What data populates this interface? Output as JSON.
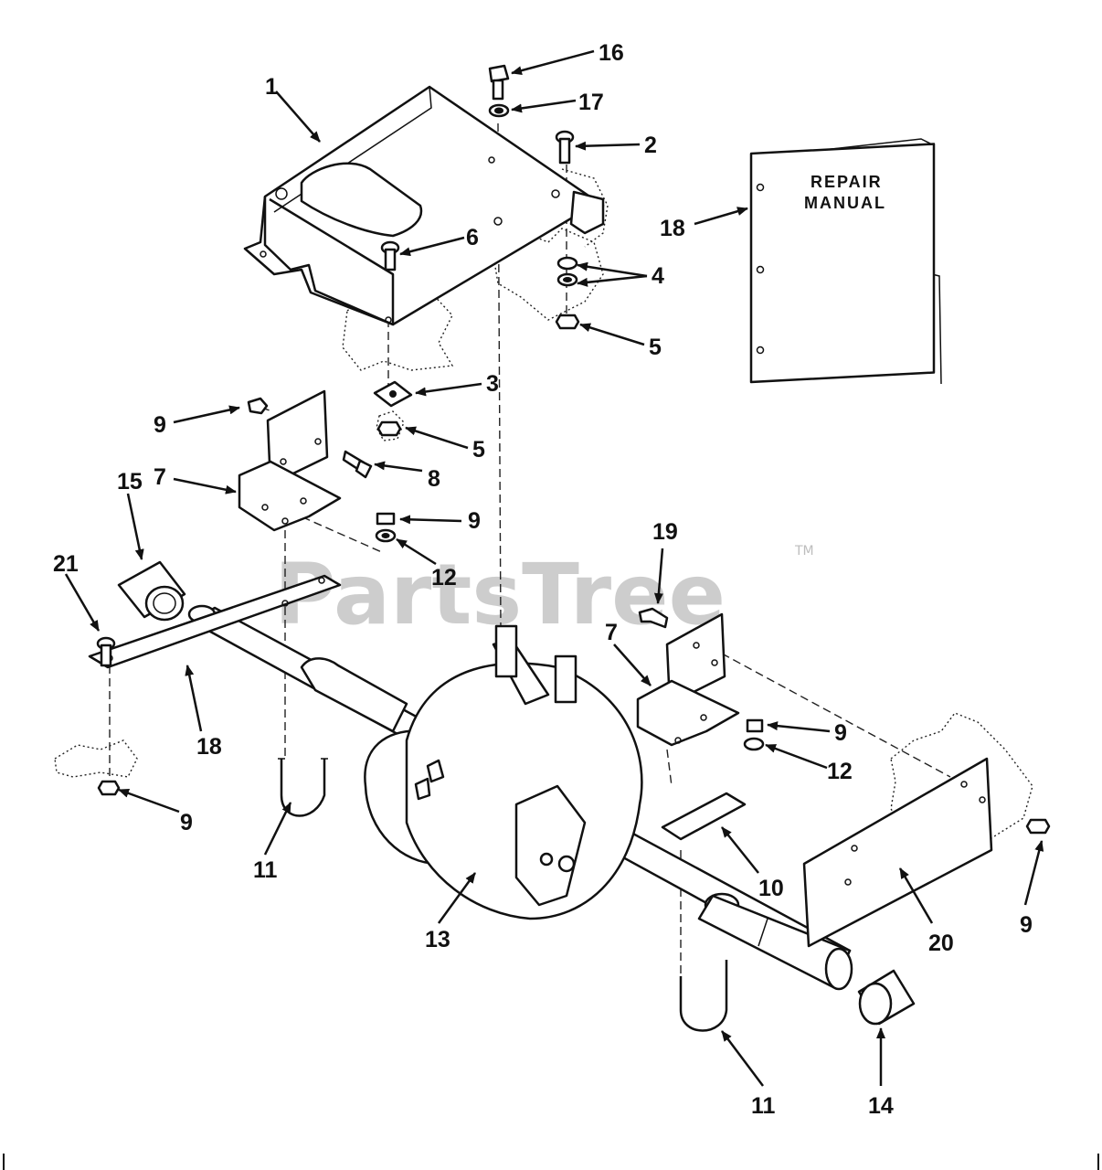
{
  "watermark": {
    "text": "PartsTree",
    "tm": "TM"
  },
  "manual": {
    "line1": "REPAIR",
    "line2": "MANUAL"
  },
  "callouts": {
    "c1": "1",
    "c2": "2",
    "c3": "3",
    "c4": "4",
    "c5a": "5",
    "c5b": "5",
    "c6": "6",
    "c7a": "7",
    "c7b": "7",
    "c8": "8",
    "c9a": "9",
    "c9b": "9",
    "c9c": "9",
    "c9d": "9",
    "c9e": "9",
    "c10": "10",
    "c11a": "11",
    "c11b": "11",
    "c12a": "12",
    "c12b": "12",
    "c13": "13",
    "c14": "14",
    "c15": "15",
    "c16": "16",
    "c17": "17",
    "c18a": "18",
    "c18b": "18",
    "c19": "19",
    "c20": "20",
    "c21": "21"
  }
}
